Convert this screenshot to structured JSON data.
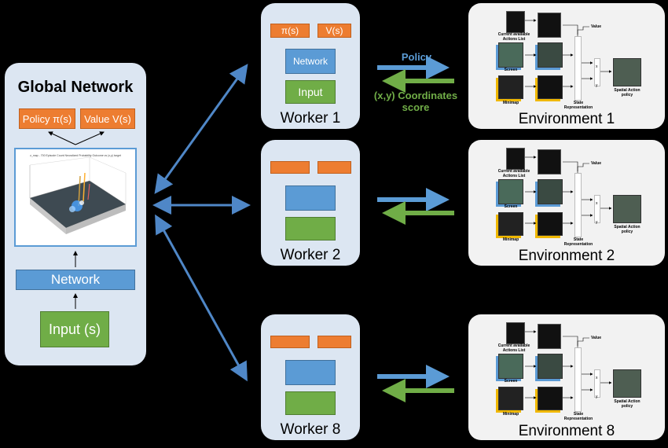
{
  "global": {
    "title": "Global Network",
    "policy": "Policy π(s)",
    "value": "Value V(s)",
    "plot_caption": "z_map - 700 Episode Count Neuralized Probability Outcome vs (x,y) target",
    "network": "Network",
    "input": "Input (s)"
  },
  "workers": [
    {
      "title": "Worker 1",
      "pi": "π(s)",
      "v": "V(s)",
      "network": "Network",
      "input": "Input"
    },
    {
      "title": "Worker 2"
    },
    {
      "title": "Worker 8"
    }
  ],
  "arrows": {
    "policy": "Policy",
    "coords_line1": "(x,y) Coordinates",
    "coords_line2": "score"
  },
  "environments": [
    {
      "title": "Environment 1"
    },
    {
      "title": "Environment 2"
    },
    {
      "title": "Environment 8"
    }
  ],
  "env_labels": {
    "actions": "Current available Actions List",
    "screen": "Screen",
    "minimap": "Minimap",
    "value": "Value",
    "state": "State Representation",
    "spatial": "Spatial Action policy",
    "x": "x",
    "y": "y"
  },
  "colors": {
    "panel": "#dce6f2",
    "orange": "#ed7d31",
    "blue": "#5b9bd5",
    "green": "#70ad47"
  }
}
